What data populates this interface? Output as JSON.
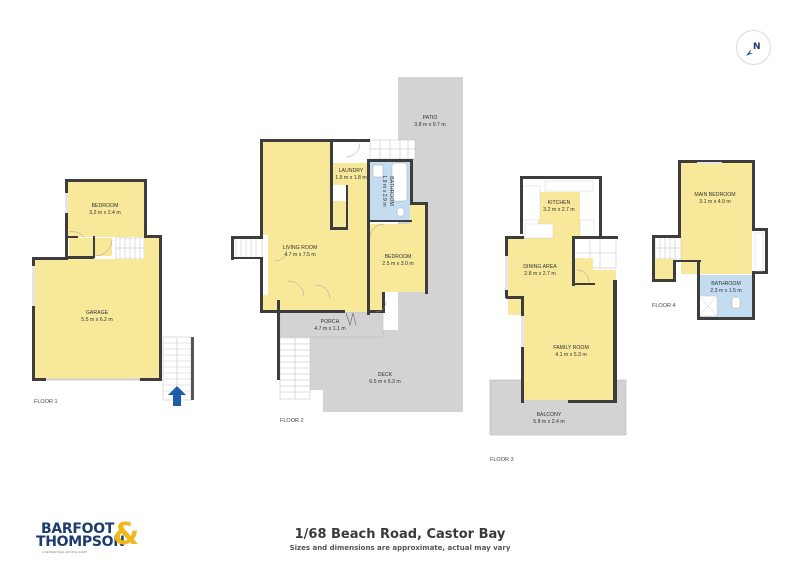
{
  "title": "1/68 Beach Road, Castor Bay",
  "subtitle": "Sizes and dimensions are approximate, actual may vary",
  "brand": {
    "line1": "BARFOOT",
    "line2": "THOMPSON",
    "ampersand": "&",
    "tagline": "LICENSED REAL ESTATE AGENT",
    "primary_color": "#1d3b6e",
    "accent_color": "#f2b817"
  },
  "compass": {
    "icon": "north-arrow-icon",
    "label": "N"
  },
  "colors": {
    "room_fill": "#f8e89a",
    "wet_fill": "#c4dcef",
    "outdoor_fill": "#d3d3d3",
    "wall": "#3d3d3d",
    "entry_arrow": "#1f5ba8"
  },
  "floors": [
    {
      "label": "FLOOR 1",
      "rooms": [
        {
          "name": "BEDROOM",
          "size": "3.2 m x 2.4 m"
        },
        {
          "name": "GARAGE",
          "size": "5.5 m x 6.2 m"
        }
      ]
    },
    {
      "label": "FLOOR 2",
      "rooms": [
        {
          "name": "PATIO",
          "size": "3.8 m x 9.7 m"
        },
        {
          "name": "LAUNDRY",
          "size": "1.5 m x 1.8 m"
        },
        {
          "name": "BATHROOM",
          "size": "1.9 m x 2.9 m"
        },
        {
          "name": "LIVING ROOM",
          "size": "4.7 m x 7.5 m"
        },
        {
          "name": "BEDROOM",
          "size": "2.5 m x 3.0 m"
        },
        {
          "name": "PORCH",
          "size": "4.7 m x 1.1 m"
        },
        {
          "name": "DECK",
          "size": "6.5 m x 6.3 m"
        }
      ]
    },
    {
      "label": "FLOOR 3",
      "rooms": [
        {
          "name": "KITCHEN",
          "size": "3.2 m x 2.7 m"
        },
        {
          "name": "DINING AREA",
          "size": "2.8 m x 2.7 m"
        },
        {
          "name": "FAMILY ROOM",
          "size": "4.1 m x 5.3 m"
        },
        {
          "name": "BALCONY",
          "size": "5.8 m x 2.4 m"
        }
      ]
    },
    {
      "label": "FLOOR 4",
      "rooms": [
        {
          "name": "MAIN BEDROOM",
          "size": "3.1 m x 4.9 m"
        },
        {
          "name": "BATHROOM",
          "size": "2.3 m x 1.5 m"
        }
      ]
    }
  ]
}
